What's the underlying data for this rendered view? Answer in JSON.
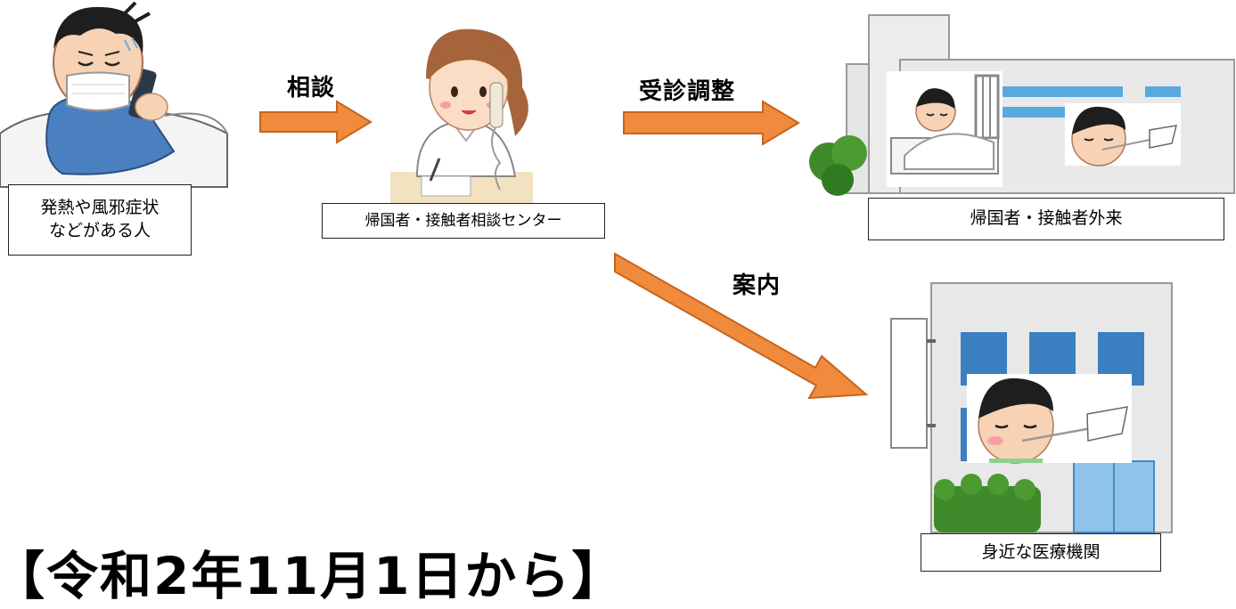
{
  "diagram": {
    "patient_label_line1": "発熱や風邪症状",
    "patient_label_line2": "などがある人",
    "center_label": "帰国者・接触者相談センター",
    "outpatient_label": "帰国者・接触者外来",
    "clinic_label": "身近な医療機関",
    "step_consult": "相談",
    "step_arrange": "受診調整",
    "step_guide": "案内",
    "date_heading": "【令和2年11月1日から】"
  },
  "colors": {
    "arrow_fill": "#f08a3c",
    "arrow_stroke": "#c8641e",
    "building_wall": "#e6e6e6",
    "window_blue": "#5aa8e0",
    "shirt_blue": "#4a7fc0",
    "bush_green": "#3f8a2a"
  },
  "icons": [
    "sick-person-illustration",
    "operator-illustration",
    "hospital-illustration",
    "clinic-illustration",
    "bed-patient-illustration",
    "nasal-swab-illustration"
  ]
}
